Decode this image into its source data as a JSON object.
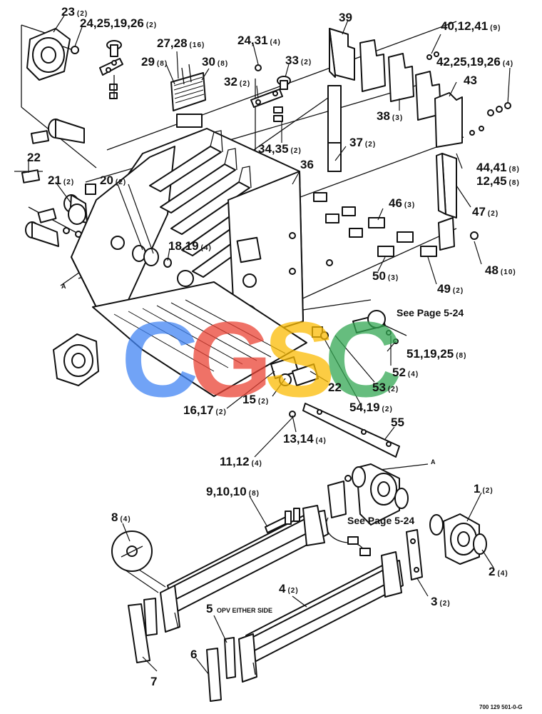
{
  "callouts": [
    {
      "id": "c23",
      "num": "23",
      "qty": "(2)"
    },
    {
      "id": "c24a",
      "num": "24,25,19,26",
      "qty": "(2)"
    },
    {
      "id": "c27",
      "num": "27,28",
      "qty": "(16)"
    },
    {
      "id": "c29",
      "num": "29",
      "qty": "(8)"
    },
    {
      "id": "c30",
      "num": "30",
      "qty": "(8)"
    },
    {
      "id": "c24b",
      "num": "24,31",
      "qty": "(4)"
    },
    {
      "id": "c33",
      "num": "33",
      "qty": "(2)"
    },
    {
      "id": "c32",
      "num": "32",
      "qty": "(2)"
    },
    {
      "id": "c39",
      "num": "39",
      "qty": ""
    },
    {
      "id": "c40",
      "num": "40,12,41",
      "qty": "(9)"
    },
    {
      "id": "c42",
      "num": "42,25,19,26",
      "qty": "(4)"
    },
    {
      "id": "c43",
      "num": "43",
      "qty": ""
    },
    {
      "id": "c38",
      "num": "38",
      "qty": "(3)"
    },
    {
      "id": "c34",
      "num": "34,35",
      "qty": "(2)"
    },
    {
      "id": "c37",
      "num": "37",
      "qty": "(2)"
    },
    {
      "id": "c22a",
      "num": "22",
      "qty": ""
    },
    {
      "id": "c21",
      "num": "21",
      "qty": "(2)"
    },
    {
      "id": "c20",
      "num": "20",
      "qty": "(2)"
    },
    {
      "id": "c36",
      "num": "36",
      "qty": ""
    },
    {
      "id": "c44",
      "num": "44,41",
      "qty": "(8)"
    },
    {
      "id": "c12",
      "num": "12,45",
      "qty": "(8)"
    },
    {
      "id": "c46",
      "num": "46",
      "qty": "(3)"
    },
    {
      "id": "c47",
      "num": "47",
      "qty": "(2)"
    },
    {
      "id": "c18",
      "num": "18,19",
      "qty": "(4)"
    },
    {
      "id": "c50",
      "num": "50",
      "qty": "(3)"
    },
    {
      "id": "c48",
      "num": "48",
      "qty": "(10)"
    },
    {
      "id": "c49",
      "num": "49",
      "qty": "(2)"
    },
    {
      "id": "c51",
      "num": "51,19,25",
      "qty": "(8)"
    },
    {
      "id": "c52",
      "num": "52",
      "qty": "(4)"
    },
    {
      "id": "c53",
      "num": "53",
      "qty": "(2)"
    },
    {
      "id": "c15",
      "num": "15",
      "qty": "(2)"
    },
    {
      "id": "c22b",
      "num": "22",
      "qty": ""
    },
    {
      "id": "c16",
      "num": "16,17",
      "qty": "(2)"
    },
    {
      "id": "c54",
      "num": "54,19",
      "qty": "(2)"
    },
    {
      "id": "c55",
      "num": "55",
      "qty": ""
    },
    {
      "id": "c13",
      "num": "13,14",
      "qty": "(4)"
    },
    {
      "id": "c11",
      "num": "11,12",
      "qty": "(4)"
    },
    {
      "id": "c9",
      "num": "9,10,10",
      "qty": "(8)"
    },
    {
      "id": "c1",
      "num": "1",
      "qty": "(2)"
    },
    {
      "id": "c8",
      "num": "8",
      "qty": "(4)"
    },
    {
      "id": "c2",
      "num": "2",
      "qty": "(4)"
    },
    {
      "id": "c4",
      "num": "4",
      "qty": "(2)"
    },
    {
      "id": "c3",
      "num": "3",
      "qty": "(2)"
    },
    {
      "id": "c5",
      "num": "5",
      "qty": ""
    },
    {
      "id": "c6",
      "num": "6",
      "qty": ""
    },
    {
      "id": "c7",
      "num": "7",
      "qty": ""
    }
  ],
  "notes": {
    "see_page_top": "See Page 5-24",
    "see_page_bottom": "See Page 5-24",
    "opp_either_side": "OPV EITHER SIDE",
    "ref_a_left": "A",
    "ref_a_right": "A",
    "drawing_number": "700 129 501-0-G"
  },
  "watermark": {
    "letters": [
      "C",
      "G",
      "S",
      "C"
    ],
    "colors": [
      "#4285F4",
      "#EA4335",
      "#FBBC05",
      "#34A853"
    ]
  }
}
